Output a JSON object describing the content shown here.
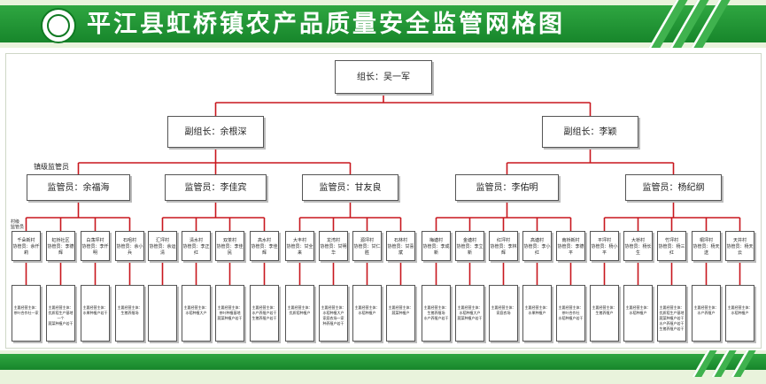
{
  "header": {
    "title": "平江县虹桥镇农产品质量安全监管网格图",
    "logo": "agriculture-emblem-icon"
  },
  "labels": {
    "town_level": "镇级监管员",
    "village_level_line1": "村级",
    "village_level_line2": "监管员"
  },
  "leader": {
    "text": "组长：吴一军"
  },
  "deputies": [
    {
      "text": "副组长：余根深"
    },
    {
      "text": "副组长：李颖"
    }
  ],
  "supervisors": [
    {
      "text": "监管员：余福海",
      "deputy": 0
    },
    {
      "text": "监管员：李佳宾",
      "deputy": 0
    },
    {
      "text": "监管员：甘友良",
      "deputy": 0
    },
    {
      "text": "监管员：李佑明",
      "deputy": 1
    },
    {
      "text": "监管员：杨纪纲",
      "deputy": 1
    }
  ],
  "villages": [
    {
      "name": "千朵新村",
      "staff": "协管员：余仟莉",
      "sup": 0
    },
    {
      "name": "虹桥社区",
      "staff": "协管员：李德辉",
      "sup": 0
    },
    {
      "name": "白荡坪村",
      "staff": "协管员：李仟明",
      "sup": 0
    },
    {
      "name": "石咀村",
      "staff": "协管员：余小兵",
      "sup": 0
    },
    {
      "name": "汇坪村",
      "staff": "协管员：余运清",
      "sup": 1
    },
    {
      "name": "清水村",
      "staff": "协管员：李正红",
      "sup": 1
    },
    {
      "name": "双茶村",
      "staff": "协管员：李佳民",
      "sup": 1
    },
    {
      "name": "高水村",
      "staff": "协管员：李佳辉",
      "sup": 1
    },
    {
      "name": "大丰村",
      "staff": "协管员：甘全来",
      "sup": 2
    },
    {
      "name": "龙湾村",
      "staff": "协管员：甘明华",
      "sup": 2
    },
    {
      "name": "源坪村",
      "staff": "协管员：甘仁胜",
      "sup": 2
    },
    {
      "name": "石林村",
      "staff": "协管员：甘喜斌",
      "sup": 2
    },
    {
      "name": "梅塘村",
      "staff": "协管员：李成新",
      "sup": 3
    },
    {
      "name": "金塘村",
      "staff": "协管员：李立新",
      "sup": 3
    },
    {
      "name": "红坪村",
      "staff": "协管员：李林辉",
      "sup": 3
    },
    {
      "name": "高塘村",
      "staff": "协管员：李小红",
      "sup": 3
    },
    {
      "name": "南桥新村",
      "staff": "协管员：李德平",
      "sup": 3
    },
    {
      "name": "平坪村",
      "staff": "协管员：杨小平",
      "sup": 4
    },
    {
      "name": "大桥村",
      "staff": "协管员：杨长生",
      "sup": 4
    },
    {
      "name": "竹坪村",
      "staff": "协管员：杨三红",
      "sup": 4
    },
    {
      "name": "桐坪村",
      "staff": "协管员：杨天送",
      "sup": 4
    },
    {
      "name": "天井村",
      "staff": "协管员：杨天云",
      "sup": 4
    }
  ],
  "details": [
    {
      "lines": [
        "主要经营主体：茶叶合作社一家"
      ]
    },
    {
      "lines": [
        "主要经营主体：优质稻生产基地一个",
        "蔬菜种植户若干"
      ]
    },
    {
      "lines": [
        "主要经营主体：水果种植户若干"
      ]
    },
    {
      "lines": [
        "主要经营主体：生猪养殖场"
      ]
    },
    {
      "lines": []
    },
    {
      "lines": [
        "主要经营主体：水稻种植大户"
      ]
    },
    {
      "lines": [
        "主要经营主体：茶叶种植基地",
        "蔬菜种植户若干"
      ]
    },
    {
      "lines": [
        "主要经营主体：水产养殖户若干",
        "生猪养殖户若干"
      ]
    },
    {
      "lines": [
        "主要经营主体：优质稻种植户"
      ]
    },
    {
      "lines": [
        "主要经营主体：水稻种植大户",
        "家庭农场一家",
        "种养殖户若干"
      ]
    },
    {
      "lines": [
        "主要经营主体：水稻种植户"
      ]
    },
    {
      "lines": [
        "主要经营主体：蔬菜种植户"
      ]
    },
    {
      "lines": [
        "主要经营主体：生猪养殖场",
        "水产养殖户若干"
      ]
    },
    {
      "lines": [
        "主要经营主体：水稻种植大户",
        "蔬菜种植户若干"
      ]
    },
    {
      "lines": [
        "主要经营主体：家庭农场"
      ]
    },
    {
      "lines": [
        "主要经营主体：水果种植户"
      ]
    },
    {
      "lines": [
        "主要经营主体：茶叶合作社",
        "水稻种植户若干"
      ]
    },
    {
      "lines": [
        "主要经营主体：生猪养殖户"
      ]
    },
    {
      "lines": [
        "主要经营主体：水稻种植户"
      ]
    },
    {
      "lines": [
        "主要经营主体：优质稻生产基地",
        "蔬菜种植户若干",
        "水产养殖户若干",
        "生猪养殖户若干"
      ]
    },
    {
      "lines": [
        "主要经营主体：水产养殖户"
      ]
    },
    {
      "lines": [
        "主要经营主体：水稻种植户"
      ]
    }
  ],
  "colors": {
    "accent_green": "#1f9a35",
    "connector_red": "#c8161d"
  }
}
